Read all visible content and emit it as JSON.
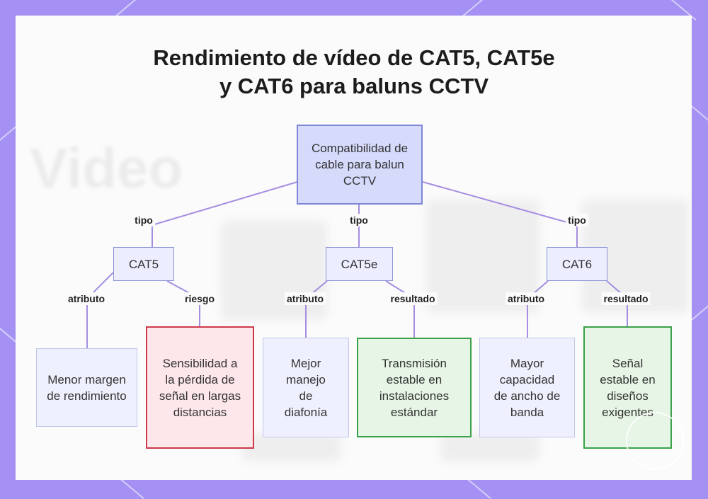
{
  "title_line1": "Rendimiento de vídeo de CAT5, CAT5e",
  "title_line2": "y CAT6 para baluns CCTV",
  "nodes": {
    "root": "Compatibilidad de cable para balun CCTV",
    "cat5": "CAT5",
    "cat5e": "CAT5e",
    "cat6": "CAT6",
    "cat5_attr": "Menor margen de rendimiento",
    "cat5_risk": "Sensibilidad a la pérdida de señal en largas distancias",
    "cat5e_attr": "Mejor manejo de diafonía",
    "cat5e_result": "Transmisión estable en instalaciones estándar",
    "cat6_attr": "Mayor capacidad de ancho de banda",
    "cat6_result": "Señal estable en diseños exigentes"
  },
  "edge_labels": {
    "tipo": "tipo",
    "atributo": "atributo",
    "riesgo": "riesgo",
    "resultado": "resultado"
  },
  "colors": {
    "frame": "#a591f3",
    "edge": "#a58ee0",
    "risk_border": "#cc3b4b",
    "result_border": "#3aa24a",
    "root_fill": "#d6dafb"
  }
}
